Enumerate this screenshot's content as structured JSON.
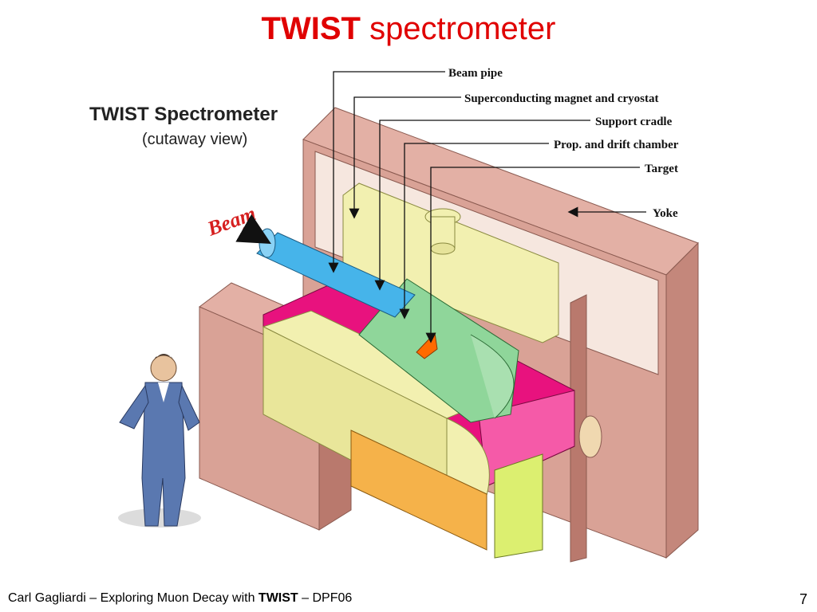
{
  "slide": {
    "title_bold": "TWIST",
    "title_rest": "spectrometer"
  },
  "diagram": {
    "heading": "TWIST Spectrometer",
    "subheading": "(cutaway view)",
    "beam_label": "Beam",
    "labels": {
      "beam_pipe": "Beam pipe",
      "magnet": "Superconducting magnet and cryostat",
      "cradle": "Support cradle",
      "chamber": "Prop. and drift chamber",
      "target": "Target",
      "yoke": "Yoke"
    },
    "colors": {
      "yoke": "#d9a296",
      "yoke_dark": "#b9796d",
      "magnet": "#f2f0b0",
      "cryostat": "#e8127e",
      "chamber": "#8fd69a",
      "beam_pipe": "#46b4ea",
      "target": "#ff6a00",
      "cradle": "#f5b24a",
      "title_red": "#e00000",
      "beam_red": "#d62020"
    }
  },
  "footer": {
    "pre": "Carl Gagliardi – Exploring Muon Decay with ",
    "bold": "TWIST",
    "post": " – DPF06",
    "page_number": "7"
  }
}
